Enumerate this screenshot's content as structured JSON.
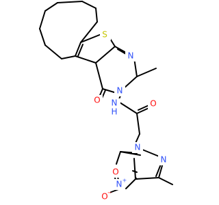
{
  "molecule": {
    "atoms": {
      "sulfur": {
        "text": "S",
        "color": "#C6C600"
      },
      "n_pyrimidine": {
        "text": "N",
        "color": "#3050F8"
      },
      "n_amide_ring": {
        "text": "N",
        "color": "#3050F8"
      },
      "o_ketone": {
        "text": "O",
        "color": "#FF0D0D"
      },
      "nh_amide": {
        "text": "N",
        "color": "#3050F8"
      },
      "h_amide": {
        "text": "H",
        "color": "#3050F8"
      },
      "o_amide": {
        "text": "O",
        "color": "#FF0D0D"
      },
      "n_pyrazole_1": {
        "text": "N",
        "color": "#3050F8"
      },
      "n_pyrazole_2": {
        "text": "N",
        "color": "#3050F8"
      },
      "n_nitro": {
        "text": "N",
        "color": "#3050F8"
      },
      "n_nitro_charge": {
        "text": "+",
        "color": "#3050F8"
      },
      "o_nitro_top": {
        "text": "O",
        "color": "#FF0D0D"
      },
      "o_nitro_bottom": {
        "text": "O",
        "color": "#FF0D0D"
      },
      "o_nitro_charge": {
        "text": "−",
        "color": "#FF0D0D"
      }
    },
    "bond_color": "#000000",
    "background": "#FFFFFF"
  }
}
